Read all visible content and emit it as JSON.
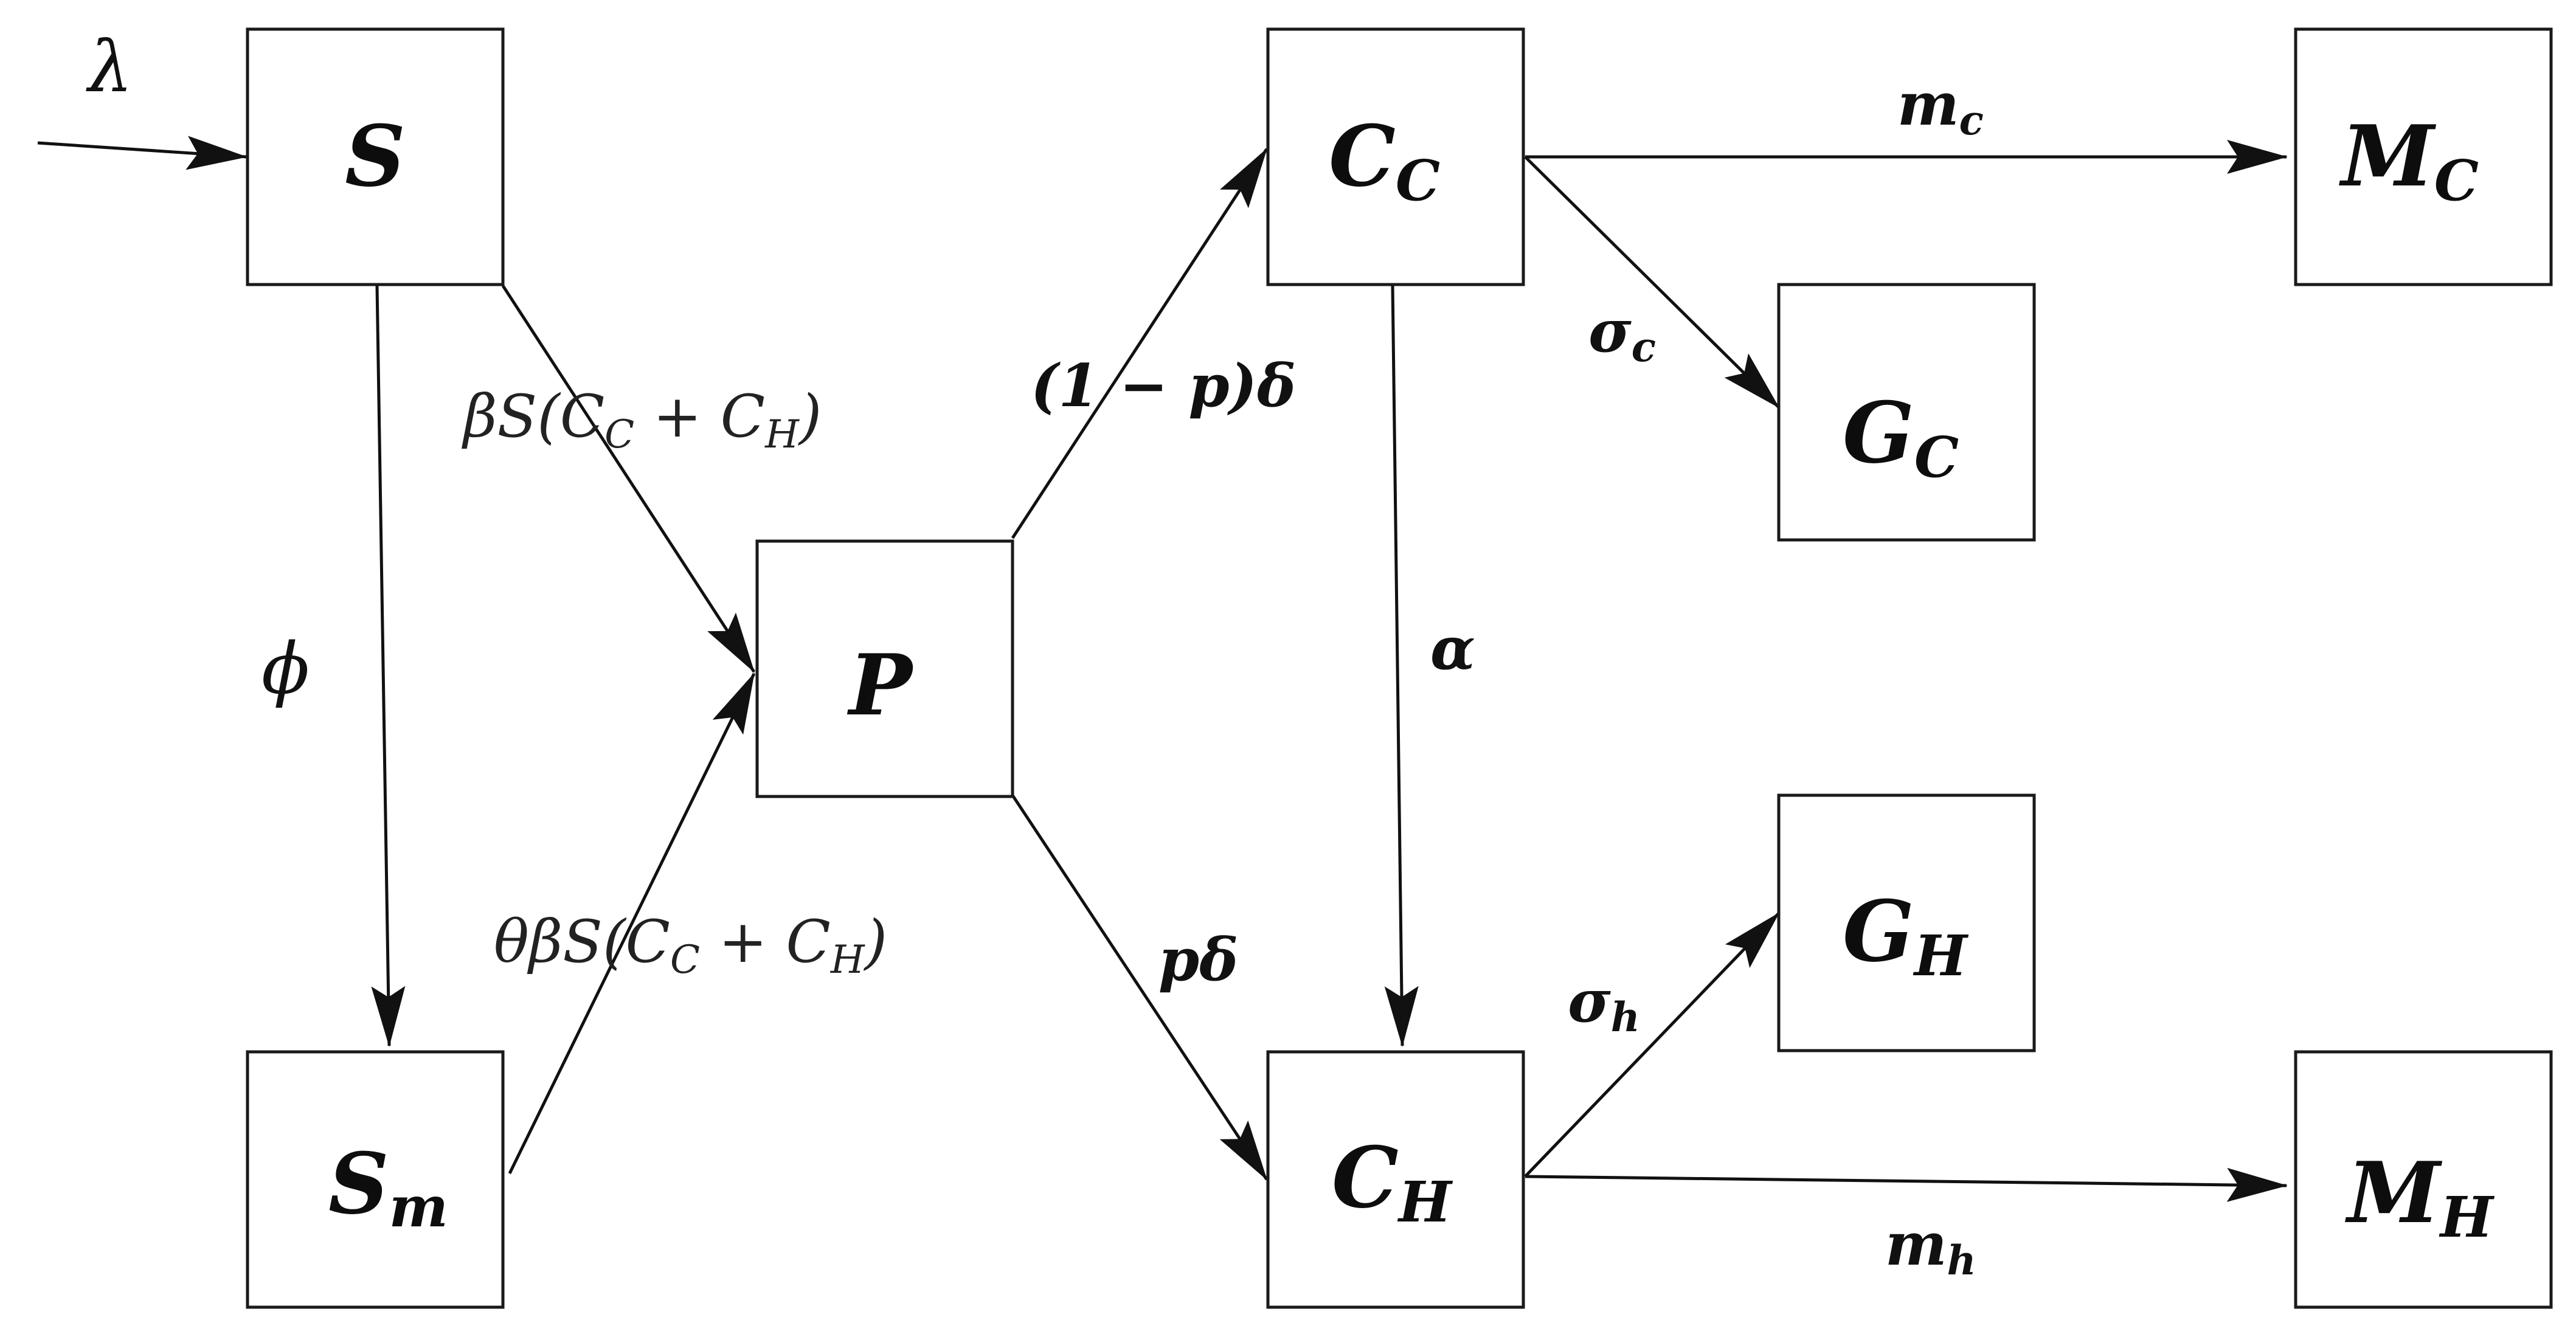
{
  "nodes": {
    "S": {
      "main": "S",
      "sub": ""
    },
    "Sm": {
      "main": "S",
      "sub": "m"
    },
    "P": {
      "main": "P",
      "sub": ""
    },
    "CC": {
      "main": "C",
      "sub": "C"
    },
    "CH": {
      "main": "C",
      "sub": "H"
    },
    "GC": {
      "main": "G",
      "sub": "C"
    },
    "GH": {
      "main": "G",
      "sub": "H"
    },
    "MC": {
      "main": "M",
      "sub": "C"
    },
    "MH": {
      "main": "M",
      "sub": "H"
    }
  },
  "rates": {
    "lambda": "λ",
    "phi": "ϕ",
    "infection_s": {
      "prefix": "βS(C",
      "sub1": "C",
      "mid": " + C",
      "sub2": "H",
      "suffix": ")"
    },
    "infection_sm": {
      "prefix": "θβS(C",
      "sub1": "C",
      "mid": " + C",
      "sub2": "H",
      "suffix": ")"
    },
    "one_minus_p_delta": "(1 − p)δ",
    "p_delta": "pδ",
    "alpha": "α",
    "m_c": {
      "main": "m",
      "sub": "c"
    },
    "m_h": {
      "main": "m",
      "sub": "h"
    },
    "sigma_c": {
      "main": "σ",
      "sub": "c"
    },
    "sigma_h": {
      "main": "σ",
      "sub": "h"
    }
  }
}
